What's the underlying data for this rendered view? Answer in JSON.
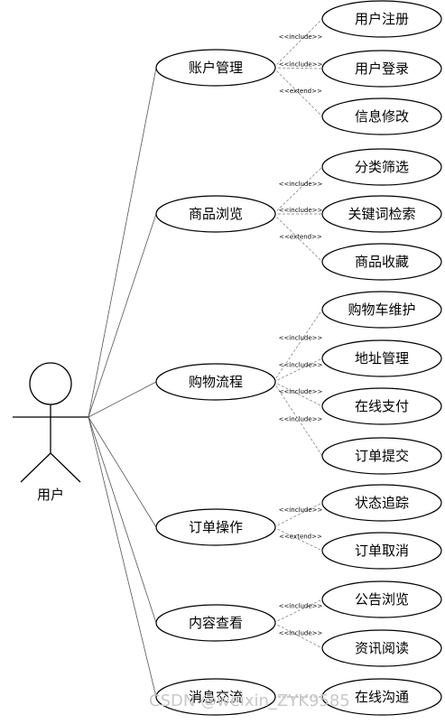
{
  "actor": {
    "label": "用户"
  },
  "main_cases": [
    {
      "label": "账户管理"
    },
    {
      "label": "商品浏览"
    },
    {
      "label": "购物流程"
    },
    {
      "label": "订单操作"
    },
    {
      "label": "内容查看"
    },
    {
      "label": "消息交流"
    }
  ],
  "sub_cases": [
    {
      "label": "用户注册",
      "relation": "<<include>>"
    },
    {
      "label": "用户登录",
      "relation": "<<include>>"
    },
    {
      "label": "信息修改",
      "relation": "<<extend>>"
    },
    {
      "label": "分类筛选",
      "relation": "<<include>>"
    },
    {
      "label": "关键词检索",
      "relation": "<<include>>"
    },
    {
      "label": "商品收藏",
      "relation": "<<extend>>"
    },
    {
      "label": "购物车维护",
      "relation": "<<include>>"
    },
    {
      "label": "地址管理",
      "relation": "<<include>>"
    },
    {
      "label": "在线支付",
      "relation": "<<include>>"
    },
    {
      "label": "订单提交",
      "relation": "<<include>>"
    },
    {
      "label": "状态追踪",
      "relation": "<<include>>"
    },
    {
      "label": "订单取消",
      "relation": "<<extend>>"
    },
    {
      "label": "公告浏览",
      "relation": "<<include>>"
    },
    {
      "label": "资讯阅读",
      "relation": "<<include>>"
    },
    {
      "label": "在线沟通",
      "relation": ""
    }
  ],
  "watermark": {
    "text": "CSDN @weixin_ZYK9585"
  }
}
